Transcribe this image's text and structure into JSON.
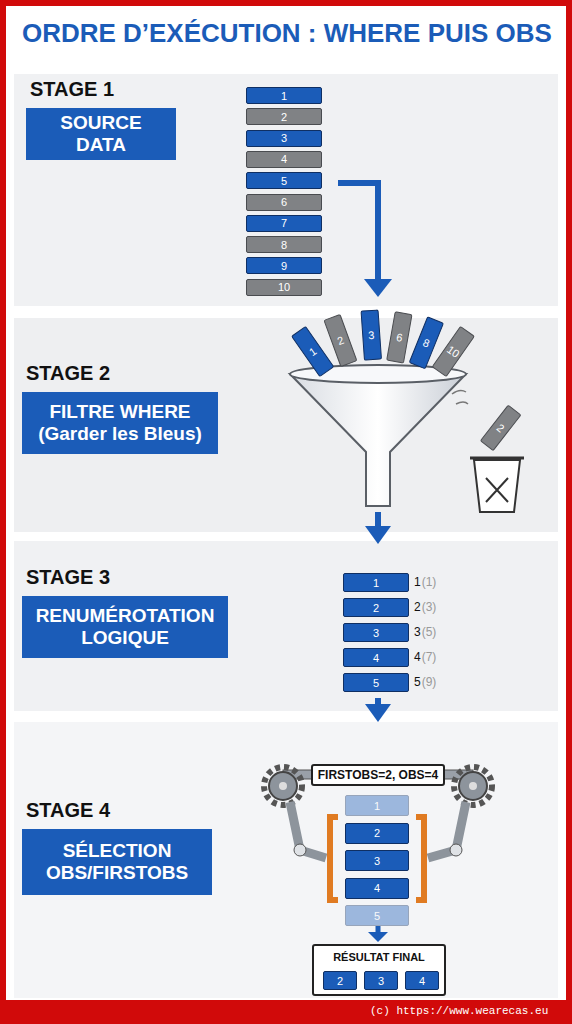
{
  "diagram": {
    "title": "ORDRE D’EXÉCUTION : WHERE PUIS OBS",
    "nodes": [
      {
        "text": [
          "STAGE 1",
          "SOURCE DATA"
        ]
      },
      {
        "text": [
          "1"
        ]
      },
      {
        "text": [
          "2"
        ]
      },
      {
        "text": [
          "3"
        ]
      },
      {
        "text": [
          "4"
        ]
      },
      {
        "text": [
          "5"
        ]
      },
      {
        "text": [
          "6"
        ]
      },
      {
        "text": [
          "7"
        ]
      },
      {
        "text": [
          "8"
        ]
      },
      {
        "text": [
          "9"
        ]
      },
      {
        "text": [
          "10"
        ]
      },
      {
        "text": [
          "STAGE 2",
          "FILTRE WHERE (Garder les Bleus)"
        ]
      },
      {
        "text": [
          "1"
        ]
      },
      {
        "text": [
          "2"
        ]
      },
      {
        "text": [
          "3"
        ]
      },
      {
        "text": [
          "6"
        ]
      },
      {
        "text": [
          "8"
        ]
      },
      {
        "text": [
          "10"
        ]
      },
      {
        "text": [
          "2"
        ]
      },
      {
        "text": [
          "STAGE 3",
          "RENUMÉROTATION LOGIQUE"
        ]
      },
      {
        "text": [
          "1"
        ]
      },
      {
        "text": [
          "2"
        ]
      },
      {
        "text": [
          "3"
        ]
      },
      {
        "text": [
          "4"
        ]
      },
      {
        "text": [
          "5"
        ]
      },
      {
        "text": [
          "STAGE 4",
          "SÉLECTION OBS/FIRSTOBS"
        ]
      },
      {
        "text": [
          "FIRSTOBS=2, OBS=4"
        ]
      },
      {
        "text": [
          "1"
        ]
      },
      {
        "text": [
          "2"
        ]
      },
      {
        "text": [
          "3"
        ]
      },
      {
        "text": [
          "4"
        ]
      },
      {
        "text": [
          "5"
        ]
      },
      {
        "text": [
          "RÉSULTAT FINAL"
        ]
      },
      {
        "text": [
          "2"
        ],
        "in": 32
      },
      {
        "text": [
          "3"
        ],
        "in": 32
      },
      {
        "text": [
          "4"
        ],
        "in": 32
      }
    ],
    "labels": [
      "1",
      "(1)",
      "2",
      "(3)",
      "3",
      "(5)",
      "4",
      "(7)",
      "5",
      "(9)",
      "(c) https://www.wearecas.eu"
    ]
  }
}
